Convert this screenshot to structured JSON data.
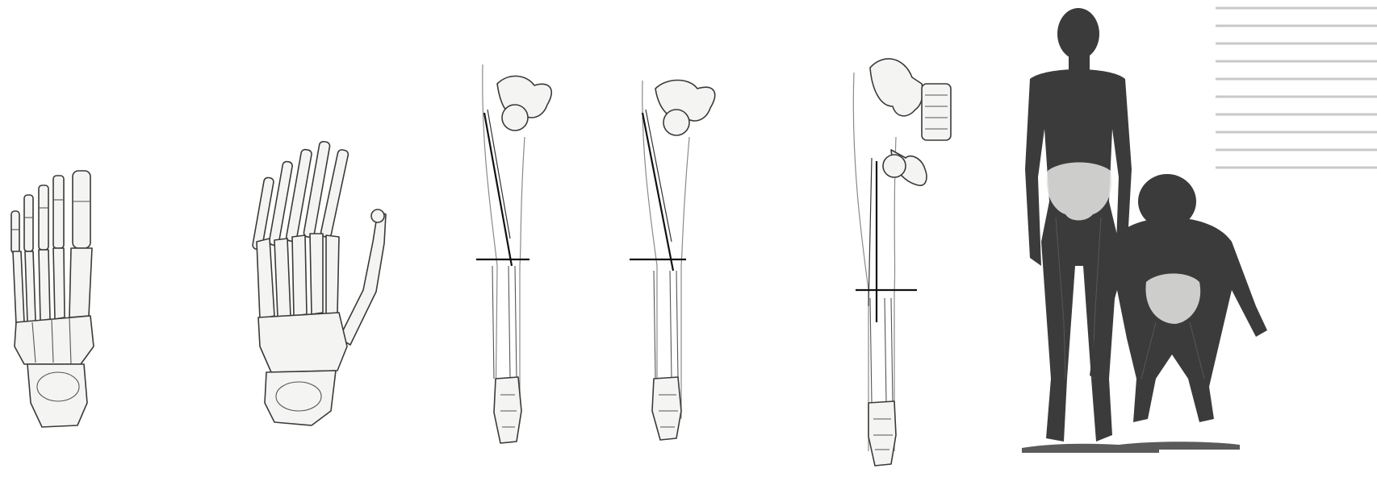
{
  "figure": {
    "panels": [
      {
        "name": "human-foot-skeleton"
      },
      {
        "name": "ape-foot-skeleton"
      },
      {
        "name": "leg-femur-angle-1"
      },
      {
        "name": "leg-femur-angle-2"
      },
      {
        "name": "leg-femur-angle-3"
      },
      {
        "name": "human-and-ape-standing"
      }
    ],
    "colors": {
      "background": "#ffffff",
      "ink": "#3a3a3a",
      "figure_dark": "#3b3b3b"
    }
  }
}
